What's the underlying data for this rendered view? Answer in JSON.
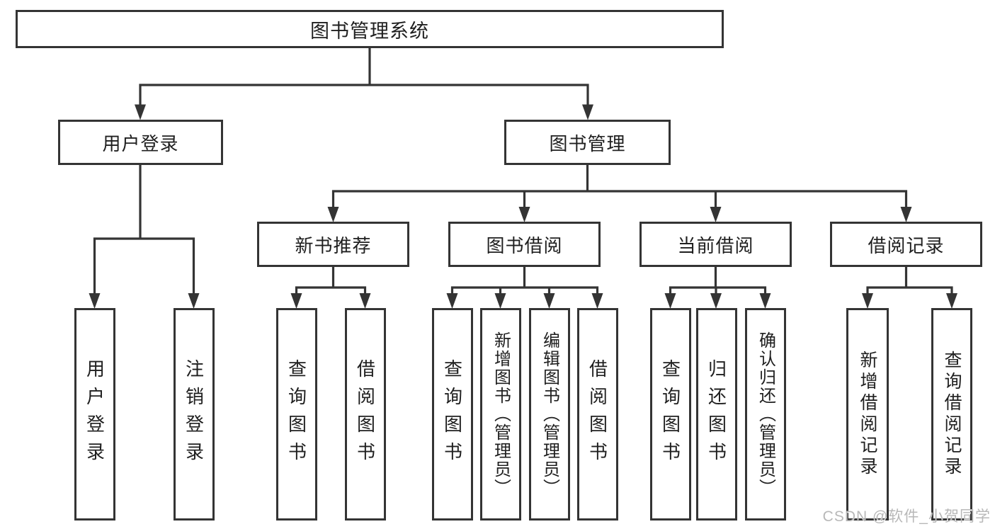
{
  "colors": {
    "line": "#343434",
    "text": "#1f1f1f",
    "box_bg": "#ffffff",
    "page_bg": "#ffffff",
    "watermark": "#b8b8b8"
  },
  "watermark": {
    "text": "CSDN @软件_小贺同学"
  },
  "tree": {
    "label": "图书管理系统",
    "children": [
      {
        "label": "用户登录",
        "children": [
          {
            "label": "用户登录"
          },
          {
            "label": "注销登录"
          }
        ]
      },
      {
        "label": "图书管理",
        "children": [
          {
            "label": "新书推荐",
            "children": [
              {
                "label": "查询图书"
              },
              {
                "label": "借阅图书"
              }
            ]
          },
          {
            "label": "图书借阅",
            "children": [
              {
                "label": "查询图书"
              },
              {
                "label": "新增图书（管理员）"
              },
              {
                "label": "编辑图书（管理员）"
              },
              {
                "label": "借阅图书"
              }
            ]
          },
          {
            "label": "当前借阅",
            "children": [
              {
                "label": "查询图书"
              },
              {
                "label": "归还图书"
              },
              {
                "label": "确认归还（管理员）"
              }
            ]
          },
          {
            "label": "借阅记录",
            "children": [
              {
                "label": "新增借阅记录"
              },
              {
                "label": "查询借阅记录"
              }
            ]
          }
        ]
      }
    ]
  }
}
